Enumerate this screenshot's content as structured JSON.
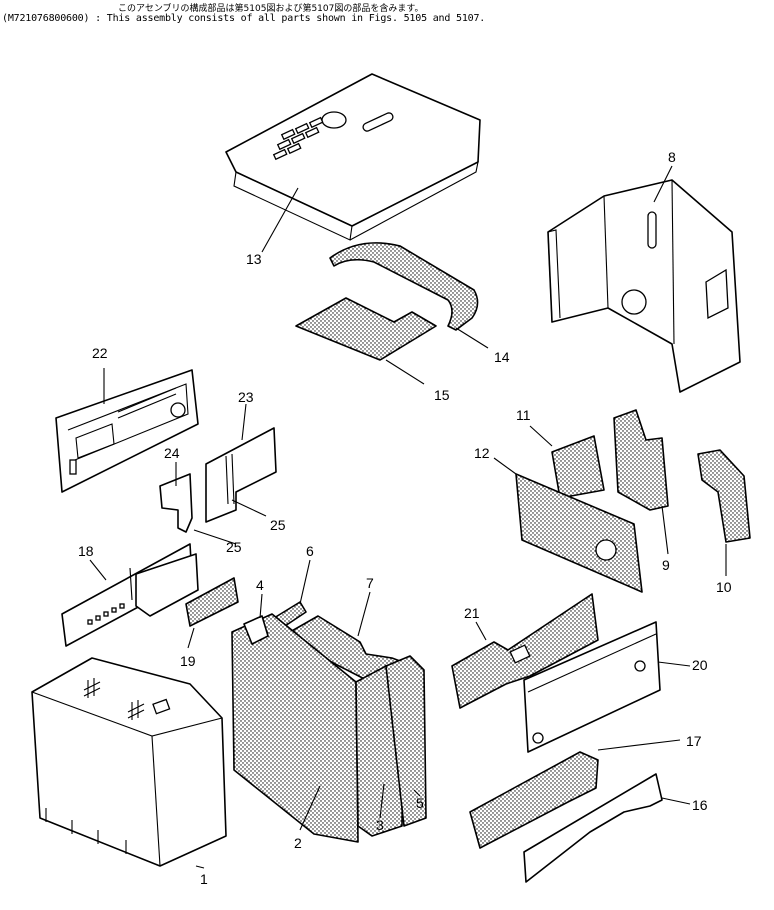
{
  "header": {
    "note_jp": "このアセンブリの構成部品は第5105図および第5107図の部品を含みます。",
    "note_en": "(M721076800600) : This assembly consists of all parts shown in Figs. 5105 and 5107."
  },
  "callouts": {
    "c1": "1",
    "c2": "2",
    "c3": "3",
    "c4": "4",
    "c5": "5",
    "c6": "6",
    "c7": "7",
    "c8": "8",
    "c9": "9",
    "c10": "10",
    "c11": "11",
    "c12": "12",
    "c13": "13",
    "c14": "14",
    "c15": "15",
    "c16": "16",
    "c17": "17",
    "c18": "18",
    "c19": "19",
    "c20": "20",
    "c21": "21",
    "c22": "22",
    "c23": "23",
    "c24": "24",
    "c25a": "25",
    "c25b": "25"
  }
}
